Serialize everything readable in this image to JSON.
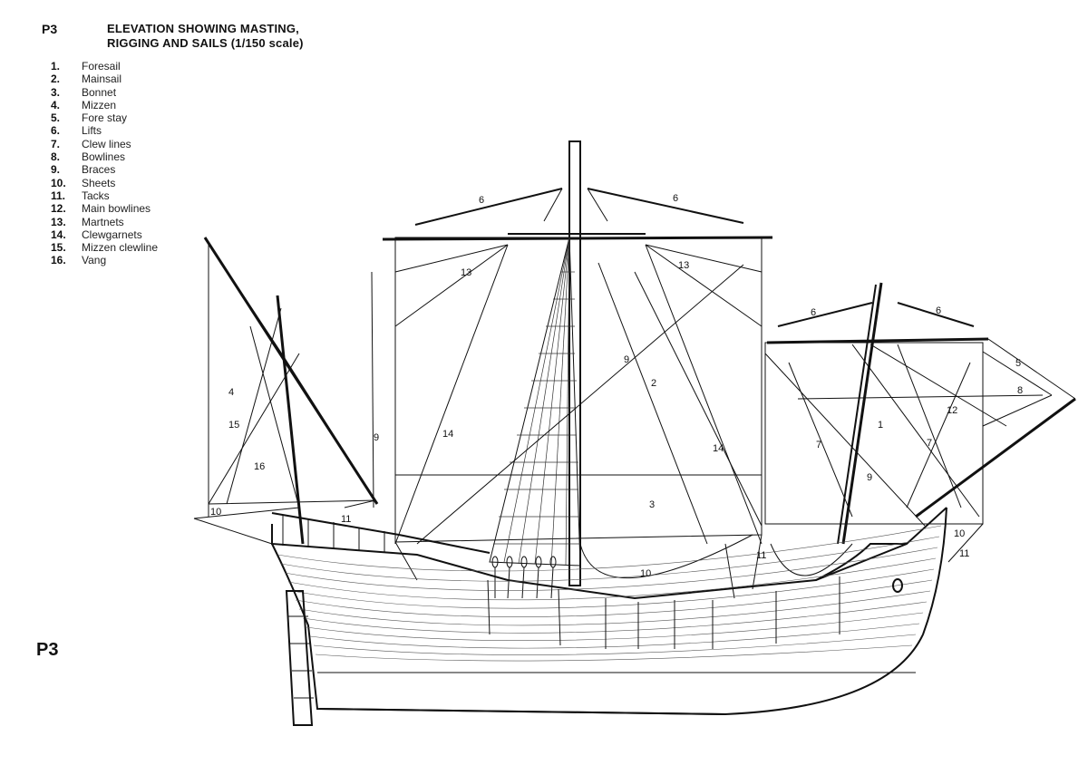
{
  "header": {
    "plate_code": "P3",
    "title_line1": "ELEVATION SHOWING MASTING,",
    "title_line2": "RIGGING AND SAILS (1/150 scale)"
  },
  "legend": [
    {
      "num": "1.",
      "label": "Foresail"
    },
    {
      "num": "2.",
      "label": "Mainsail"
    },
    {
      "num": "3.",
      "label": "Bonnet"
    },
    {
      "num": "4.",
      "label": "Mizzen"
    },
    {
      "num": "5.",
      "label": "Fore stay"
    },
    {
      "num": "6.",
      "label": "Lifts"
    },
    {
      "num": "7.",
      "label": "Clew lines"
    },
    {
      "num": "8.",
      "label": "Bowlines"
    },
    {
      "num": "9.",
      "label": "Braces"
    },
    {
      "num": "10.",
      "label": "Sheets"
    },
    {
      "num": "11.",
      "label": "Tacks"
    },
    {
      "num": "12.",
      "label": "Main bowlines"
    },
    {
      "num": "13.",
      "label": "Martnets"
    },
    {
      "num": "14.",
      "label": "Clewgarnets"
    },
    {
      "num": "15.",
      "label": "Mizzen clewline"
    },
    {
      "num": "16.",
      "label": "Vang"
    }
  ],
  "plate_label": "P3",
  "callouts": {
    "c1": "1",
    "c2": "2",
    "c3": "3",
    "c4": "4",
    "c5": "5",
    "c6a": "6",
    "c6b": "6",
    "c6c": "6",
    "c6d": "6",
    "c7a": "7",
    "c7b": "7",
    "c8": "8",
    "c9a": "9",
    "c9b": "9",
    "c9c": "9",
    "c10a": "10",
    "c10b": "10",
    "c10c": "10",
    "c11a": "11",
    "c11b": "11",
    "c11c": "11",
    "c12": "12",
    "c13a": "13",
    "c13b": "13",
    "c14a": "14",
    "c14b": "14",
    "c15": "15",
    "c16": "16"
  }
}
